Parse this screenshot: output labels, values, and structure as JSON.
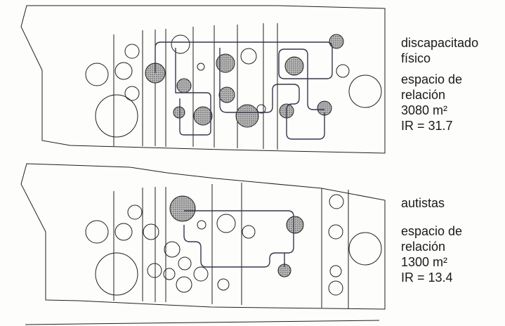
{
  "panels": [
    {
      "id": "physical",
      "title_lines": [
        "discapacitado",
        "físico"
      ],
      "space_lines": [
        "espacio de",
        "relación"
      ],
      "area": "3080 m²",
      "ir": "IR = 31.7"
    },
    {
      "id": "autism",
      "title_lines": [
        "autistas"
      ],
      "space_lines": [
        "espacio de",
        "relación"
      ],
      "area": "1300 m²",
      "ir": "IR = 13.4"
    }
  ],
  "colors": {
    "ink": "#1f1f1f",
    "path": "#3a3550",
    "hatch_fill": "#9a9a9a",
    "paper": "#fdfdfb"
  }
}
